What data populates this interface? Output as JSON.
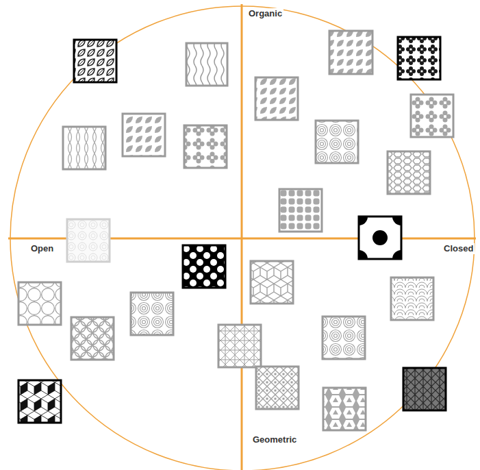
{
  "diagram": {
    "labels": [
      "Organic",
      "Open",
      "Closed",
      "Geometric"
    ]
  }
}
